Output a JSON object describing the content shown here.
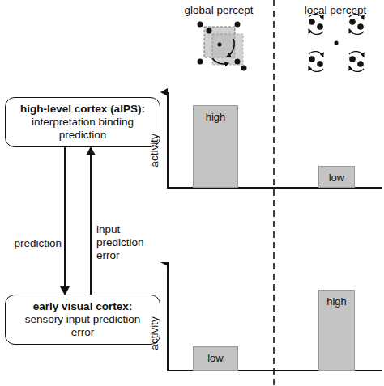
{
  "diagram": {
    "nodes": [
      {
        "text": [
          "high-level cortex (aIPS):",
          "interpretation binding prediction"
        ]
      },
      {
        "text": [
          "early visual cortex:",
          "sensory input prediction error"
        ]
      },
      {
        "text": [
          "high"
        ]
      },
      {
        "text": [
          "low"
        ]
      },
      {
        "text": [
          "low"
        ]
      },
      {
        "text": [
          "high"
        ]
      }
    ],
    "edges": [
      {
        "from": 0,
        "to": 1,
        "label": "prediction",
        "arrow": "to"
      },
      {
        "from": 1,
        "to": 0,
        "label": "input prediction error",
        "arrow": "to"
      }
    ],
    "labels": [
      "global percept",
      "local percept",
      "activity",
      "activity"
    ]
  }
}
